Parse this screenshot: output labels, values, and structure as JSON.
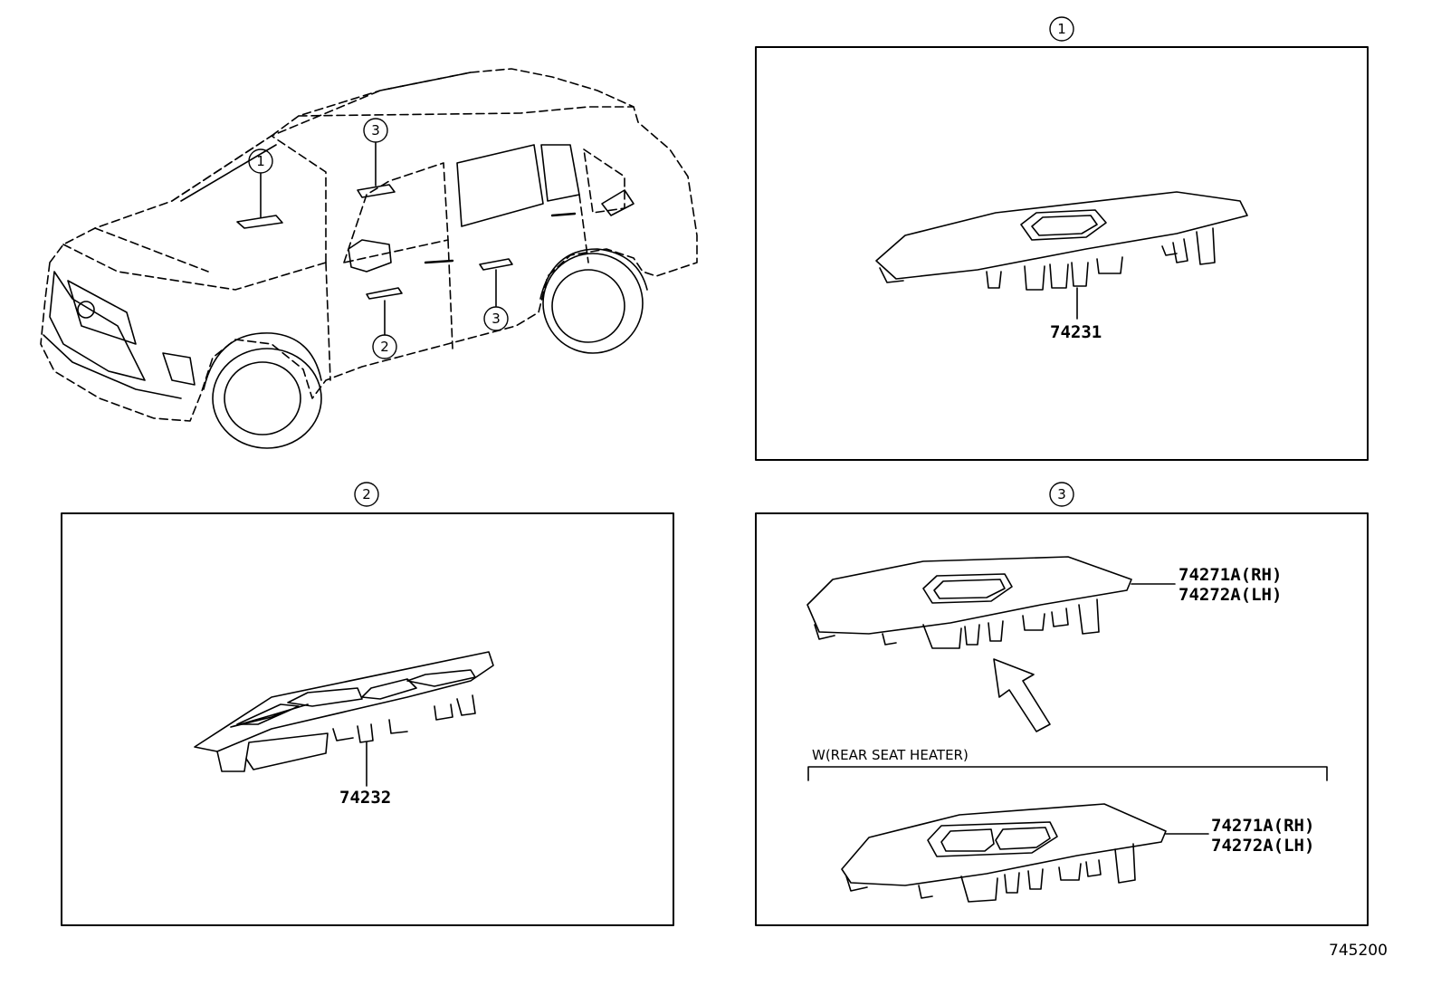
{
  "callouts": {
    "one": "1",
    "two": "2",
    "three": "3"
  },
  "panel_1": {
    "part": "74231"
  },
  "panel_2": {
    "part": "74232"
  },
  "panel_3": {
    "part_rh": "74271A(RH)",
    "part_lh": "74272A(LH)",
    "condition": "W(REAR SEAT HEATER)",
    "alt_part_rh": "74271A(RH)",
    "alt_part_lh": "74272A(LH)"
  },
  "diagram_code": "745200"
}
